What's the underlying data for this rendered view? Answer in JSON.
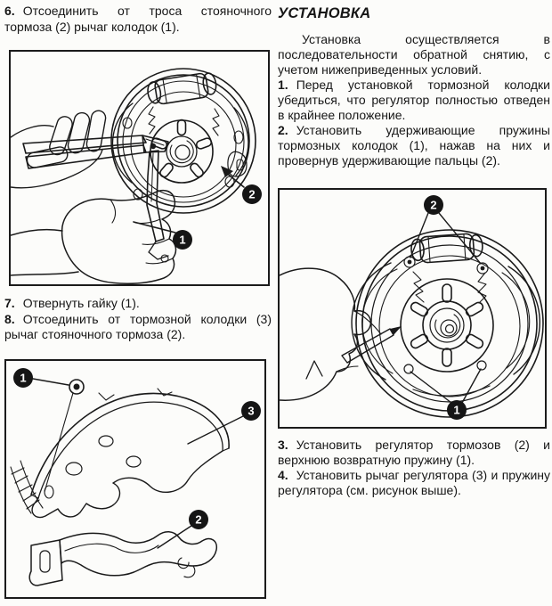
{
  "left_column": {
    "steps": [
      {
        "num": "6.",
        "text": "Отсоединить от троса стояночного тормоза (2) рычаг колодок (1)."
      },
      {
        "num": "7.",
        "text": "Отвернуть гайку (1)."
      },
      {
        "num": "8.",
        "text": "Отсоединить от тормозной колодки (3) рычаг стояночного тормоза (2)."
      }
    ]
  },
  "right_column": {
    "heading": "УСТАНОВКА",
    "intro": "Установка осуществляется в последовательности обратной снятию, с учетом нижеприведенных условий.",
    "steps": [
      {
        "num": "1.",
        "text": "Перед установкой тормозной колодки убедиться, что регулятор полностью отведен в крайнее положение."
      },
      {
        "num": "2.",
        "text": "Установить удерживающие пружины тормозных колодок (1), нажав на них и провернув удерживающие пальцы (2)."
      },
      {
        "num": "3.",
        "text": "Установить регулятор тормозов (2) и верхнюю возвратную пружину (1)."
      },
      {
        "num": "4.",
        "text": "Установить рычаг регулятора (3) и пружину регулятора (см. рисунок выше)."
      }
    ]
  },
  "figures": {
    "fig_a": {
      "callouts": {
        "c1": "1",
        "c2": "2"
      }
    },
    "fig_b": {
      "callouts": {
        "c1": "1",
        "c2": "2",
        "c3": "3"
      }
    },
    "fig_c": {
      "callouts": {
        "c1": "1",
        "c2": "2"
      }
    }
  },
  "colors": {
    "paper": "#fcfcfa",
    "ink": "#1a1a1a",
    "callout_fill": "#151515"
  }
}
